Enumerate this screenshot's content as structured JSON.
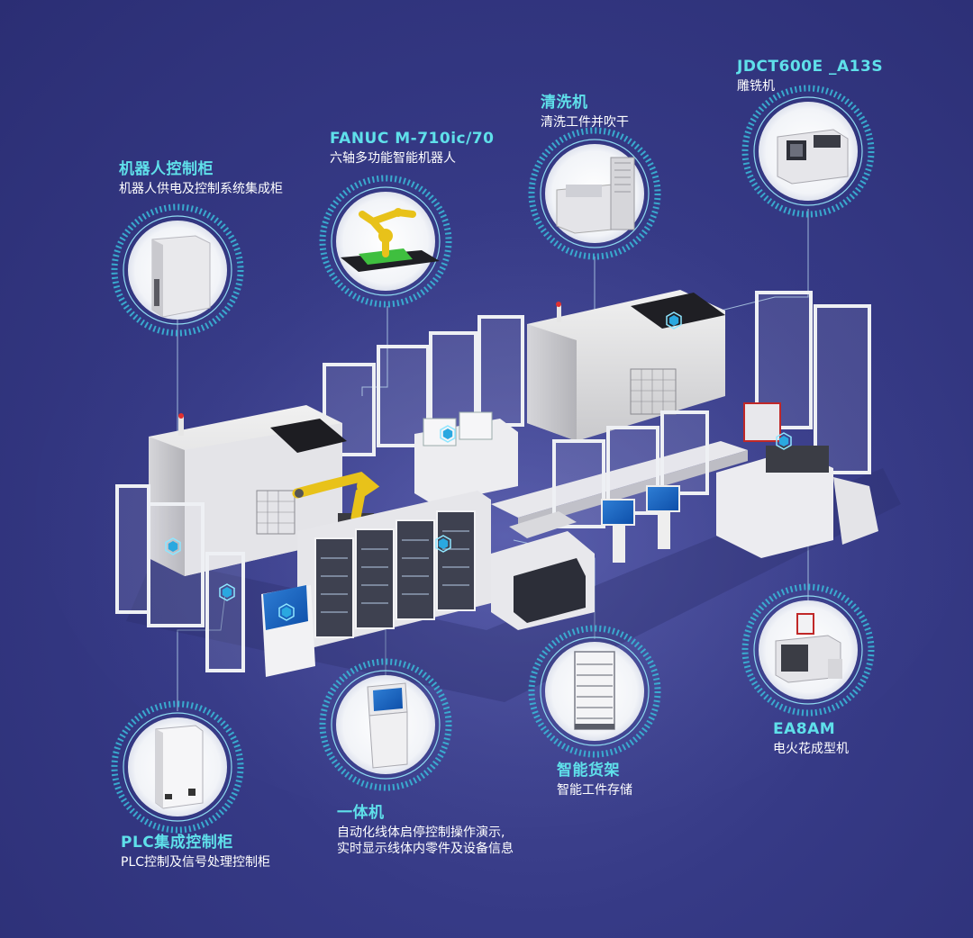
{
  "labels": {
    "robot_cabinet": {
      "title": "机器人控制柜",
      "desc": "机器人供电及控制系统集成柜"
    },
    "fanuc": {
      "title": "FANUC M-710ic/70",
      "desc": "六轴多功能智能机器人"
    },
    "washer": {
      "title": "清洗机",
      "desc": "清洗工件并吹干"
    },
    "jdct": {
      "title": "JDCT600E _A13S",
      "desc": "雕铣机"
    },
    "ea8am": {
      "title": "EA8AM",
      "desc": "电火花成型机"
    },
    "smart_shelf": {
      "title": "智能货架",
      "desc": "智能工件存储"
    },
    "all_in_one": {
      "title": "一体机",
      "desc": "自动化线体启停控制操作演示,",
      "desc2": "实时显示线体内零件及设备信息"
    },
    "plc": {
      "title": "PLC集成控制柜",
      "desc": "PLC控制及信号处理控制柜"
    }
  },
  "icons": {
    "robot_cabinet": "control-cabinet-icon",
    "fanuc": "industrial-robot-icon",
    "washer": "washing-machine-icon",
    "jdct": "milling-machine-icon",
    "ea8am": "edm-machine-icon",
    "smart_shelf": "storage-shelf-icon",
    "all_in_one": "kiosk-terminal-icon",
    "plc": "plc-cabinet-icon"
  },
  "colors": {
    "background": "#363a86",
    "accent": "#5fe0ea",
    "ring": "#3ab6d6",
    "marker": "#2aa8e0"
  }
}
